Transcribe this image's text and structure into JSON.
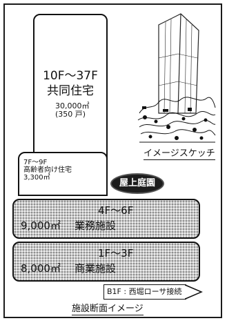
{
  "tower": {
    "floors": "10F〜37F",
    "use": "共同住宅",
    "area": "30,000㎡",
    "units": "(350 戸)"
  },
  "elderly": {
    "floors": "7F〜9F",
    "use": "高齢者向け住宅",
    "area": "3,300㎡"
  },
  "roof_garden": "屋上庭園",
  "office": {
    "floors": "4F〜6F",
    "area": "9,000㎡",
    "use": "業務施設"
  },
  "commercial": {
    "floors": "1F〜3F",
    "area": "8,000㎡",
    "use": "商業施設"
  },
  "basement": "B1F : 西堀ローサ接続",
  "section_caption": "施設断面イメージ",
  "sketch_caption": "イメージスケッチ"
}
